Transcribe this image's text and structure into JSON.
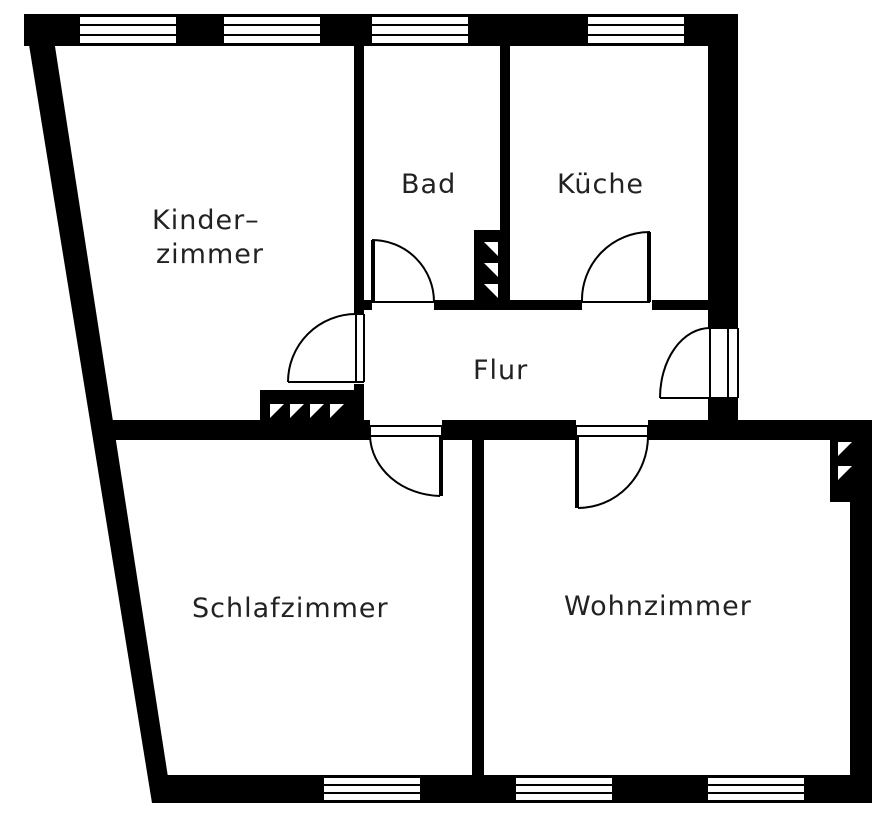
{
  "plan": {
    "rooms": {
      "kinderzimmer": {
        "line1": "Kinder–",
        "line2": "zimmer"
      },
      "bad": "Bad",
      "kueche": "Küche",
      "flur": "Flur",
      "schlafzimmer": "Schlafzimmer",
      "wohnzimmer": "Wohnzimmer"
    }
  },
  "colors": {
    "wall": "#000000",
    "background": "#ffffff",
    "text": "#222222"
  }
}
